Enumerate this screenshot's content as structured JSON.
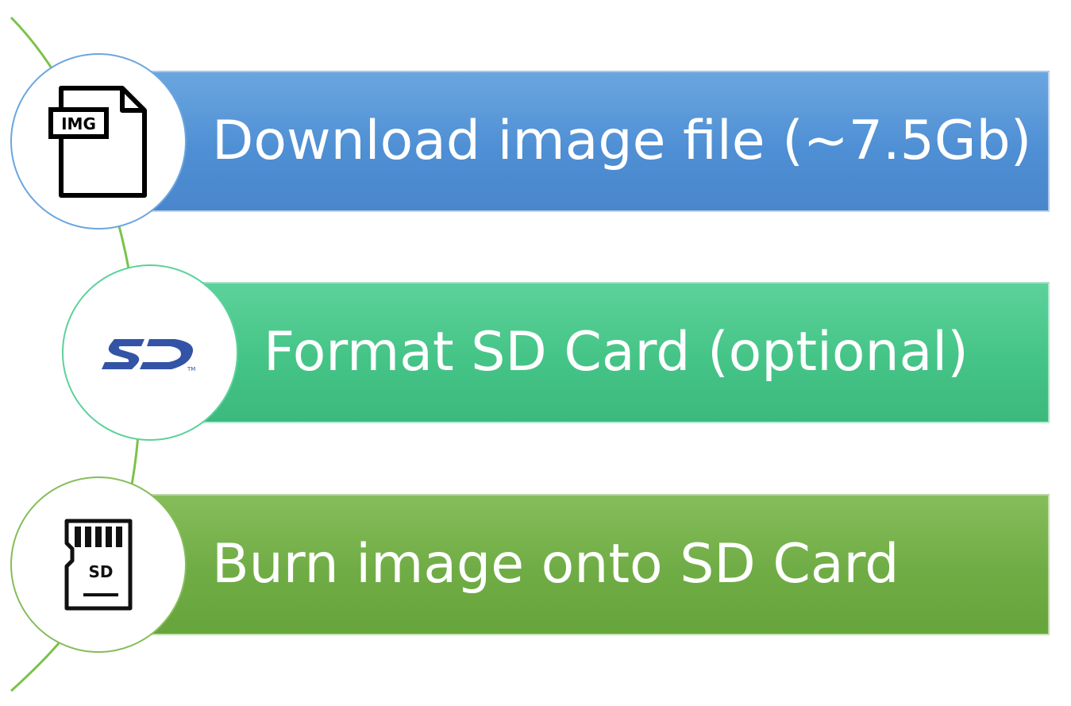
{
  "steps": [
    {
      "label": "Download image file (~7.5Gb)",
      "color": "#4f8fd4",
      "icon": "img-file-icon",
      "icon_text": "IMG"
    },
    {
      "label": "Format SD Card (optional)",
      "color": "#45c487",
      "icon": "sd-logo-icon",
      "icon_text": "TM"
    },
    {
      "label": "Burn image onto SD Card",
      "color": "#70ac45",
      "icon": "microsd-card-icon",
      "icon_text": "SD"
    }
  ],
  "connector_color": "#7cc24a"
}
